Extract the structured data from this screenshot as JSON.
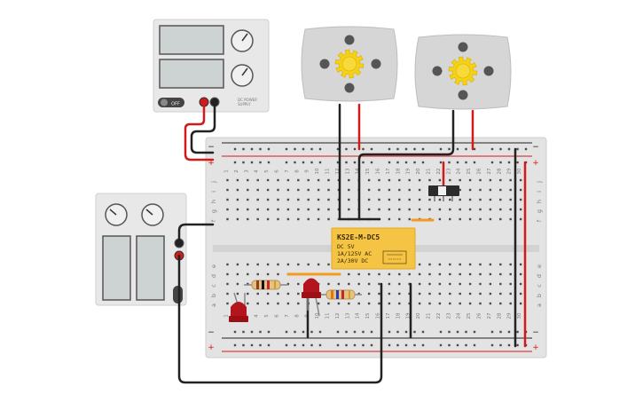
{
  "breadboard": {
    "rows_top": [
      "j",
      "i",
      "h",
      "g",
      "f"
    ],
    "rows_bottom": [
      "e",
      "d",
      "c",
      "b",
      "a"
    ],
    "columns": 30,
    "rail_minus": "−",
    "rail_plus": "+"
  },
  "relay": {
    "part": "KS2E-M-DC5",
    "line1": "DC 5V",
    "line2": "1A/125V AC",
    "line3": "2A/30V DC"
  },
  "power_supply_top": {
    "switch_label": "OFF"
  },
  "colors": {
    "wire_black": "#222222",
    "wire_red": "#d11a1a",
    "relay_body": "#f6c445",
    "gear": "#f5d21a",
    "led": "#b4151c",
    "board": "#e4e4e4"
  }
}
